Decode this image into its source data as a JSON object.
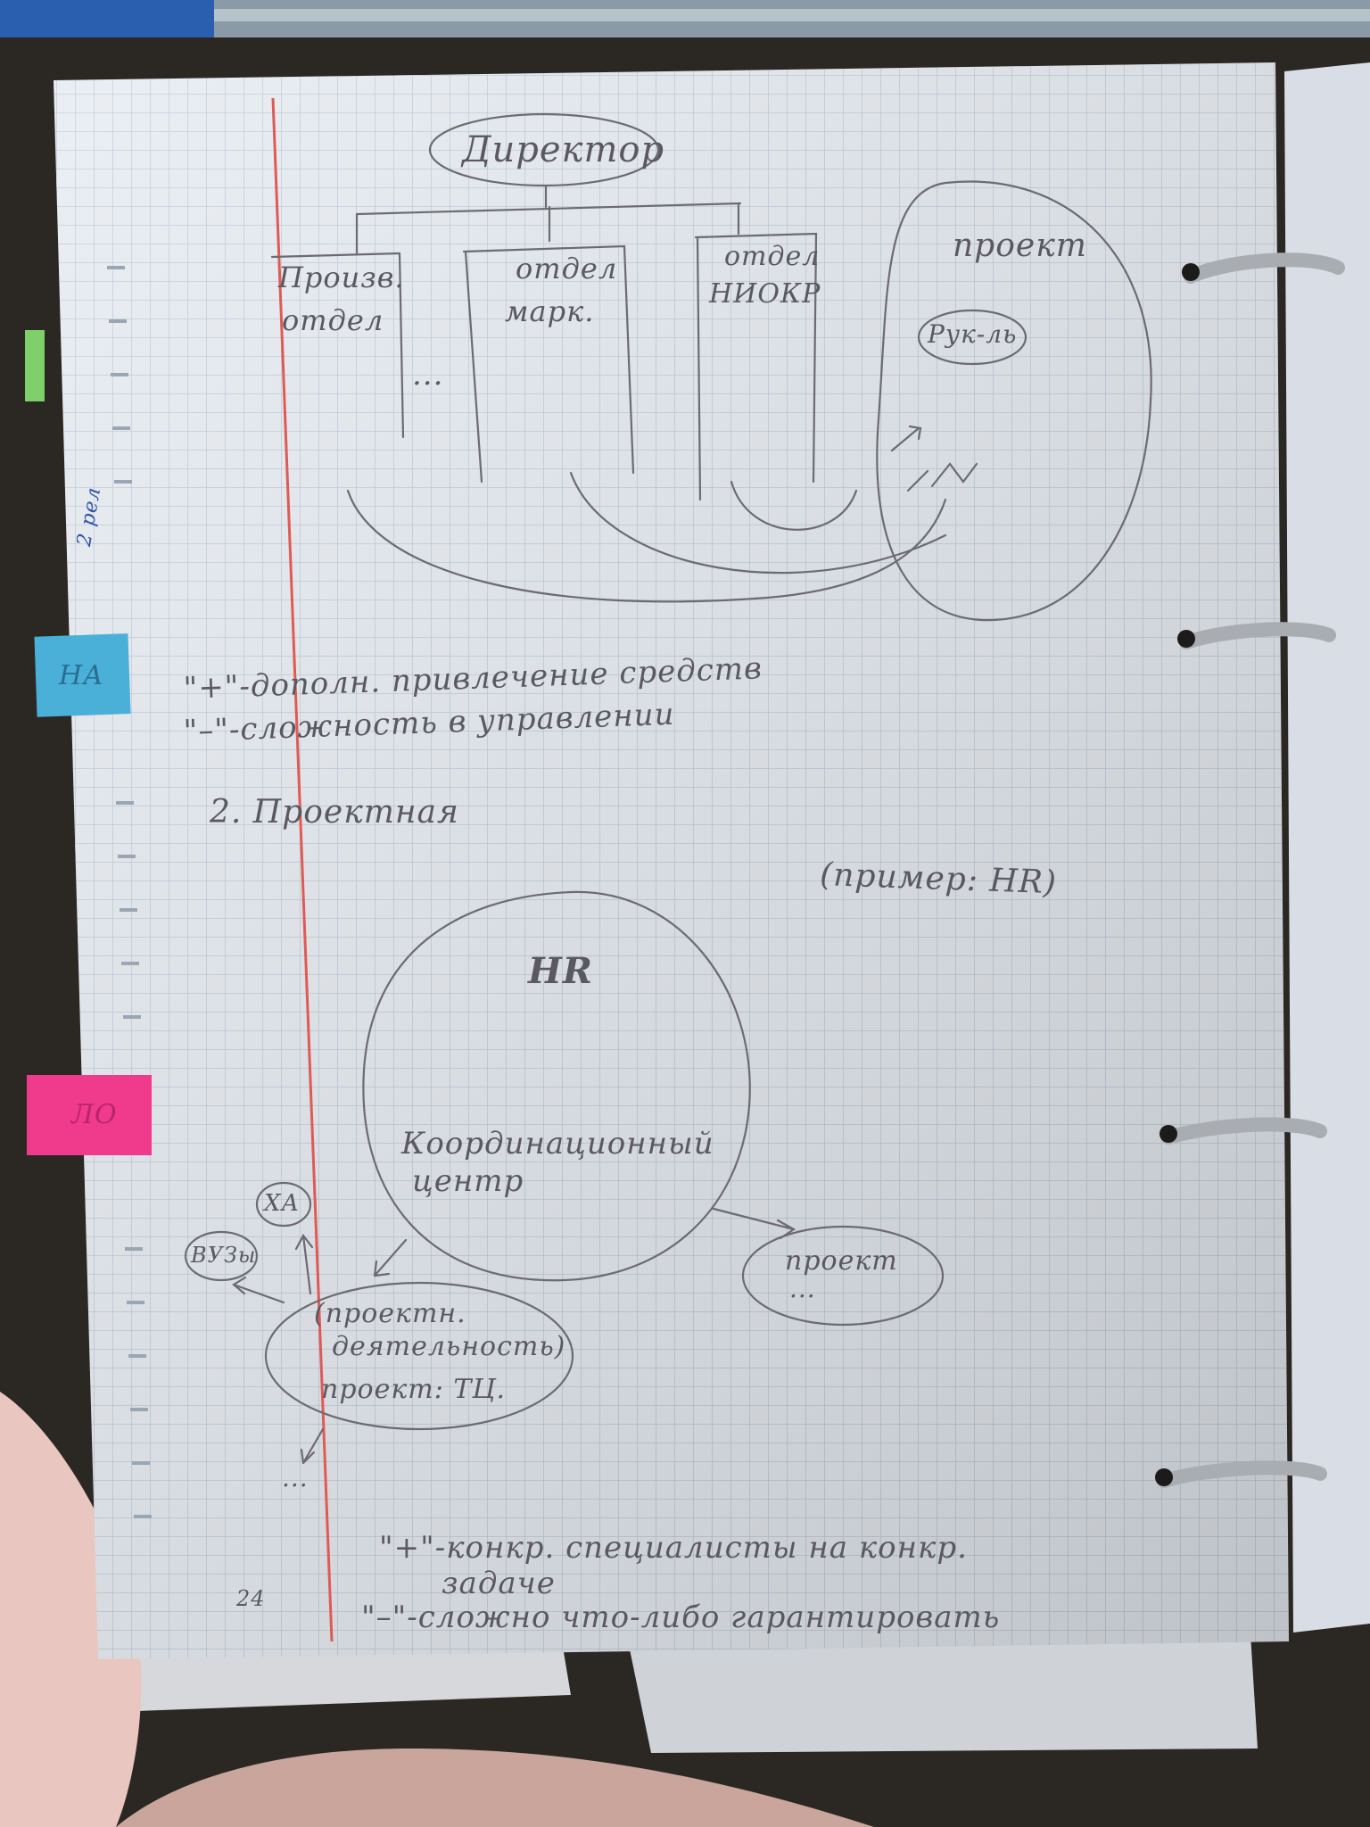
{
  "notes": {
    "director": "Директор",
    "dept1_line1": "Произв.",
    "dept1_line2": "отдел",
    "ellipsis": "...",
    "dept2_line1": "отдел",
    "dept2_line2": "марк.",
    "dept3_line1": "отдел",
    "dept3_line2": "НИОКР",
    "project_top": "проект",
    "project_head": "Рук-ль",
    "plus_note_1": "\"+\"-дополн. привлечение средств",
    "minus_note_1": "\"–\"-сложность в управлении",
    "section_2": "2. Проектная",
    "example": "(пример: HR)",
    "hr": "HR",
    "coord_line1": "Координационный",
    "coord_line2": "центр",
    "proj_bottom_right": "проект",
    "proj_bottom_right_dots": "...",
    "xa": "ХА",
    "vuz": "ВУЗы",
    "proj_activity_line1": "(проектн.",
    "proj_activity_line2": "деятельность)",
    "proj_activity_line3": "проект: ТЦ.",
    "dots_bottom": "...",
    "plus_note_2_line1": "\"+\"-конкр. специалисты на конкр.",
    "plus_note_2_line2": "задаче",
    "minus_note_2": "\"–\"-сложно что-либо гарантировать",
    "page_number": "24",
    "tab_1": "2 рел",
    "tab_2": "НА",
    "tab_3": "ЛО"
  },
  "colors": {
    "paper": "#e8ecf1",
    "grid": "#b7c4d6",
    "margin_line": "#e05a55",
    "pencil": "#5a5860",
    "tab_blue": "#4ab0d8",
    "tab_pink": "#f03a8c",
    "tab_green": "#7fcf6a"
  }
}
